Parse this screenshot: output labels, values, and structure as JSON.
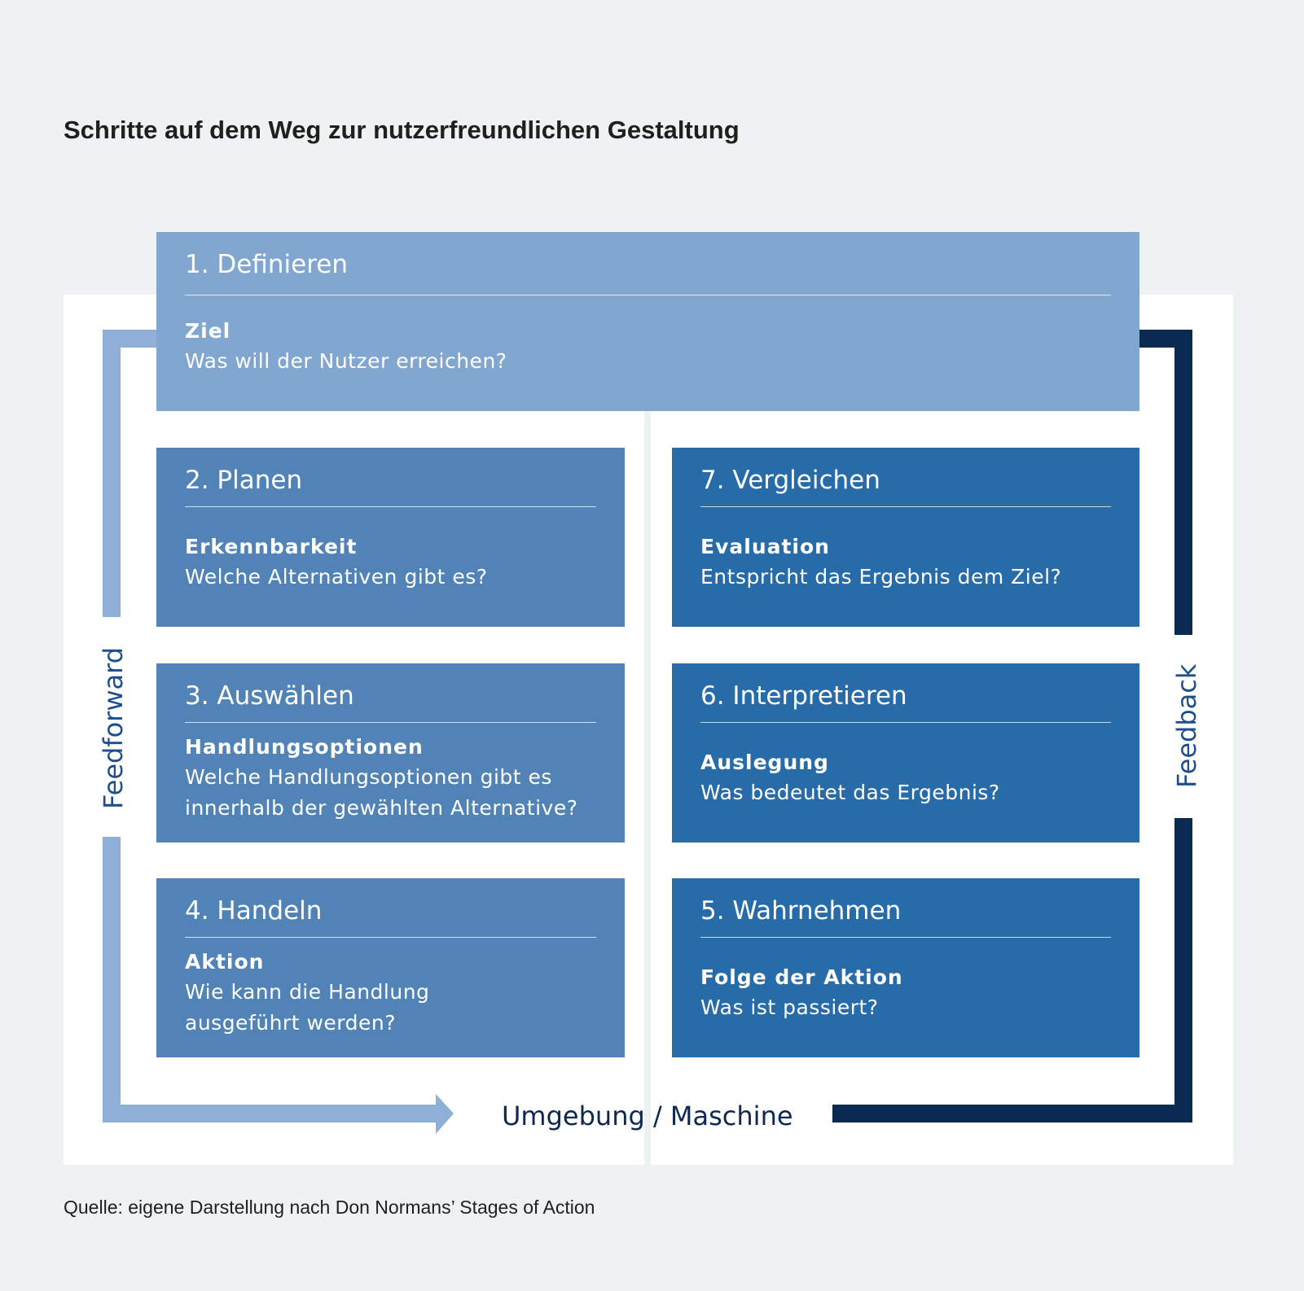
{
  "title": "Schritte auf dem Weg zur nutzerfreundlichen Gestaltung",
  "source": "Quelle: eigene Darstellung nach Don Normans’ Stages of Action",
  "labels": {
    "feedforward": "Feedforward",
    "feedback": "Feedback",
    "environment": "Umgebung / Maschine"
  },
  "colors": {
    "step_1": "#81a6d0",
    "steps_left": "#5183b7",
    "steps_right": "#276ba9",
    "feedforward_arrow": "#8fb0d6",
    "feedback_arrow": "#0b2a52"
  },
  "steps": {
    "s1": {
      "step": "1. Definieren",
      "key": "Ziel",
      "question": "Was will der Nutzer erreichen?"
    },
    "s2": {
      "step": "2. Planen",
      "key": "Erkennbarkeit",
      "question": "Welche Alternativen gibt es?"
    },
    "s3": {
      "step": "3. Auswählen",
      "key": "Handlungsoptionen",
      "question": "Welche Handlungsoptionen gibt es innerhalb der gewählten Alternative?"
    },
    "s4": {
      "step": "4. Handeln",
      "key": "Aktion",
      "question": "Wie kann die Handlung ausgeführt werden?"
    },
    "s5": {
      "step": "5. Wahrnehmen",
      "key": "Folge der Aktion",
      "question": "Was ist passiert?"
    },
    "s6": {
      "step": "6. Interpretieren",
      "key": "Auslegung",
      "question": "Was bedeutet das Ergebnis?"
    },
    "s7": {
      "step": "7. Vergleichen",
      "key": "Evaluation",
      "question": "Entspricht das Ergebnis dem Ziel?"
    }
  }
}
